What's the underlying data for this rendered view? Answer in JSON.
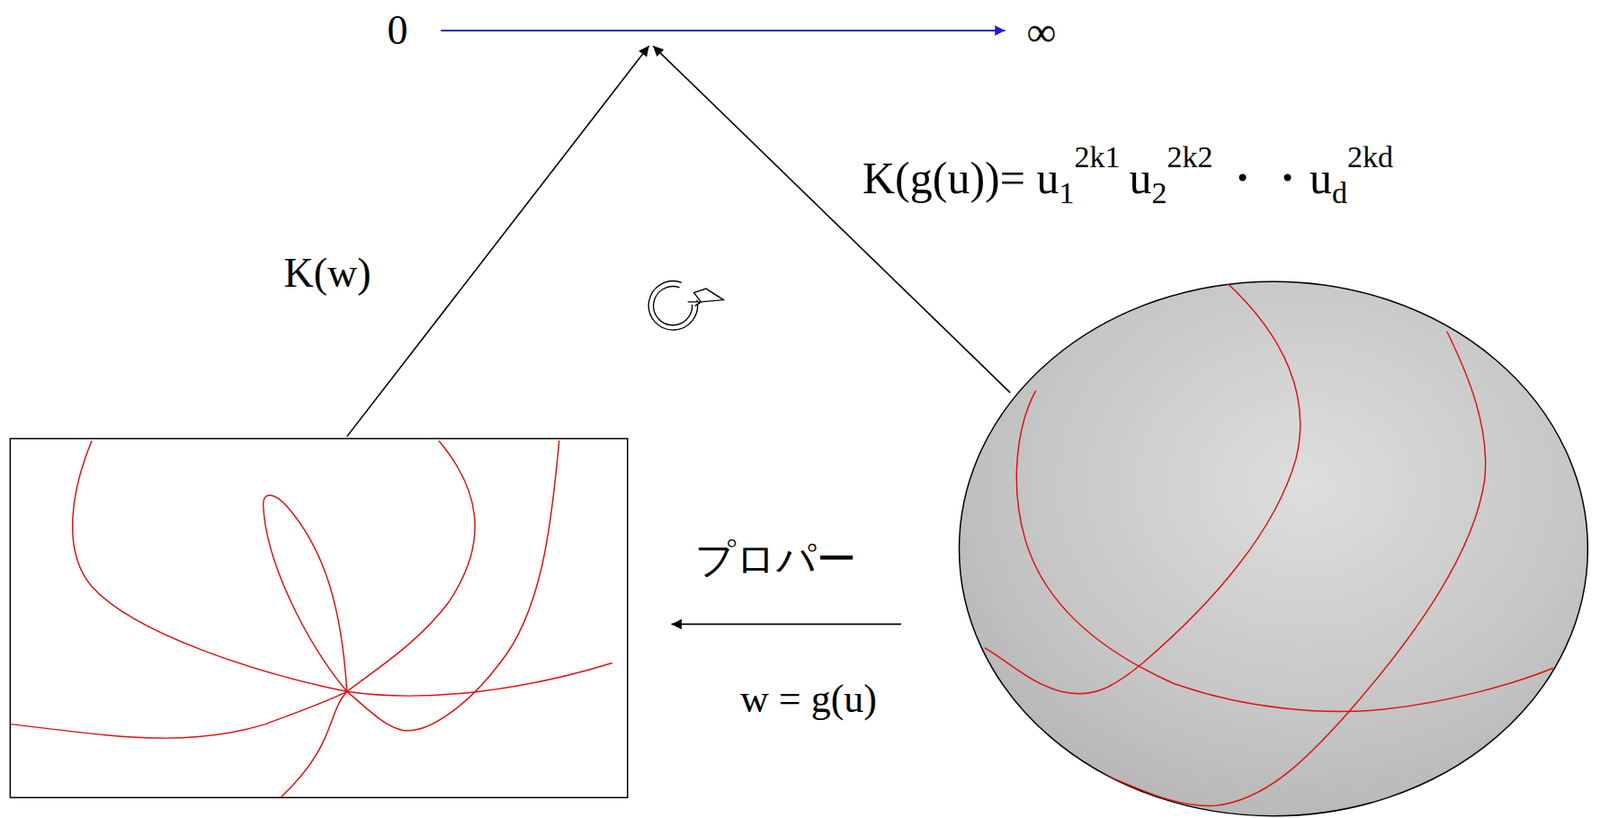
{
  "diagram": {
    "labels": [
      "0",
      "∞",
      "K(w)",
      "K(g(u))=",
      "u",
      "1",
      "2k1",
      "u",
      "2",
      "2k2",
      "・・",
      "u",
      "d",
      "2kd",
      "プロパー",
      "w = g(u)"
    ]
  }
}
